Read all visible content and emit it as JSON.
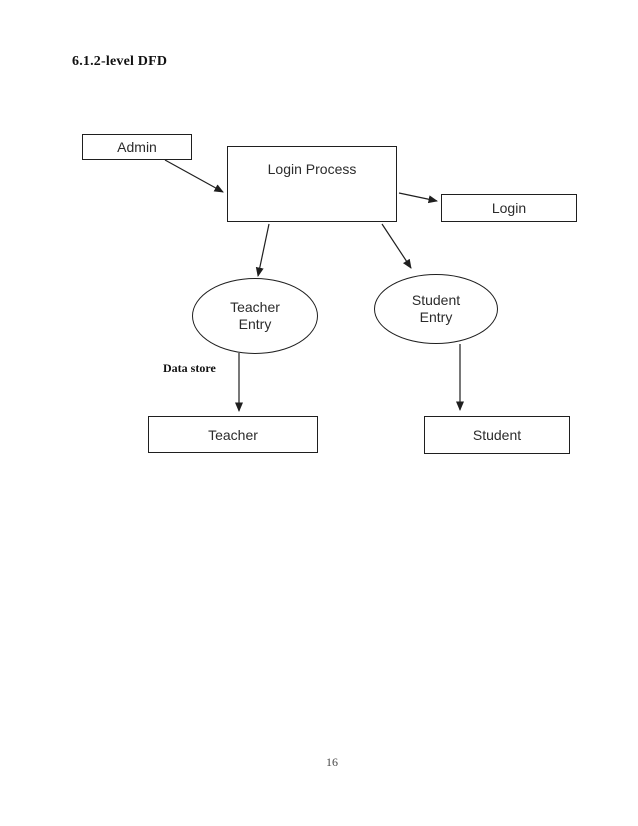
{
  "page": {
    "title": "6.1.2-level DFD",
    "page_number": "16"
  },
  "diagram": {
    "nodes": {
      "admin": {
        "label": "Admin"
      },
      "login_process": {
        "label": "Login Process"
      },
      "login": {
        "label": "Login"
      },
      "teacher_entry": {
        "label_line1": "Teacher",
        "label_line2": "Entry"
      },
      "student_entry": {
        "label_line1": "Student",
        "label_line2": "Entry"
      },
      "teacher": {
        "label": "Teacher"
      },
      "student": {
        "label": "Student"
      }
    },
    "annotations": {
      "data_store_label": "Data store"
    },
    "edges": [
      {
        "from": "admin",
        "to": "login_process"
      },
      {
        "from": "login_process",
        "to": "login"
      },
      {
        "from": "login_process",
        "to": "teacher_entry"
      },
      {
        "from": "login_process",
        "to": "student_entry"
      },
      {
        "from": "teacher_entry",
        "to": "teacher"
      },
      {
        "from": "student_entry",
        "to": "student"
      }
    ]
  },
  "colors": {
    "ink": "#1f1f1f",
    "background": "#ffffff"
  }
}
